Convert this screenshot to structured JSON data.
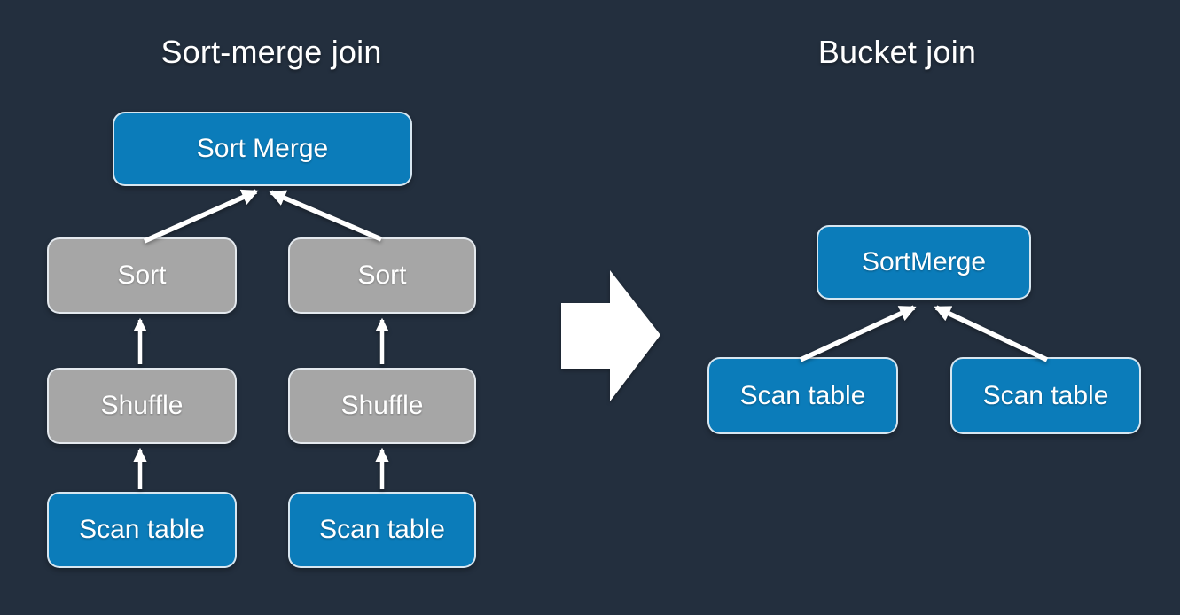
{
  "slide": {
    "background_color": "#232f3e",
    "node_blue_color": "#0b7cba",
    "node_gray_color": "#a6a6a6",
    "arrow_color": "#ffffff",
    "text_color": "#ffffff"
  },
  "left": {
    "title": "Sort-merge join",
    "nodes": {
      "root": "Sort Merge",
      "sort_left": "Sort",
      "sort_right": "Sort",
      "shuffle_left": "Shuffle",
      "shuffle_right": "Shuffle",
      "scan_left": "Scan table",
      "scan_right": "Scan table"
    }
  },
  "right": {
    "title": "Bucket join",
    "nodes": {
      "root": "SortMerge",
      "scan_left": "Scan table",
      "scan_right": "Scan table"
    }
  }
}
